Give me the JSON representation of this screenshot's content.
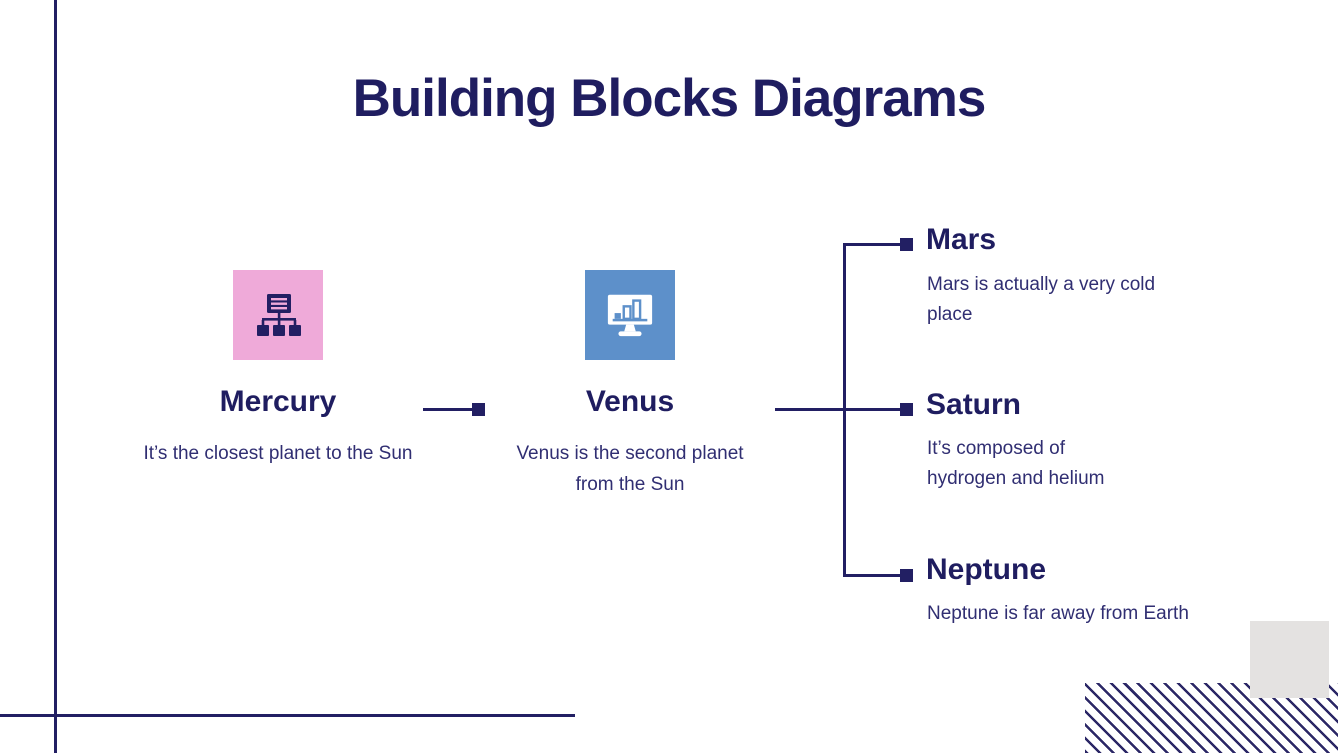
{
  "slide": {
    "title": "Building Blocks Diagrams"
  },
  "diagram": {
    "mercury": {
      "label": "Mercury",
      "description": "It’s the closest planet to the Sun",
      "icon": "org-chart-icon",
      "icon_bg": "#efaad9"
    },
    "venus": {
      "label": "Venus",
      "description": "Venus is the second planet from the Sun",
      "icon": "monitor-bar-chart-icon",
      "icon_bg": "#5d90ca"
    },
    "branches": [
      {
        "label": "Mars",
        "description": "Mars is actually a very cold place"
      },
      {
        "label": "Saturn",
        "description": "It’s composed of hydrogen and helium"
      },
      {
        "label": "Neptune",
        "description": "Neptune is far away from Earth"
      }
    ]
  },
  "colors": {
    "navy": "#221f63",
    "body_text": "#302e72",
    "pink": "#efaad9",
    "blue": "#5d90ca",
    "gray": "#e4e2e1"
  }
}
